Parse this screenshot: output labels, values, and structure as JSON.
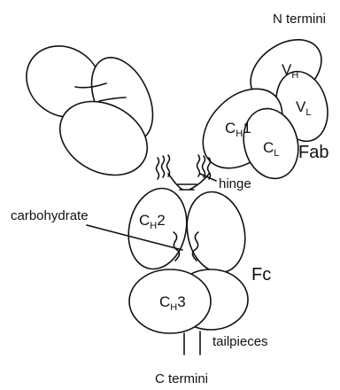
{
  "diagram": {
    "labels": {
      "n_termini": "N termini",
      "c_termini": "C termini",
      "fab": "Fab",
      "fc": "Fc",
      "hinge": "hinge",
      "carbohydrate": "carbohydrate",
      "tailpieces": "tailpieces"
    },
    "domains": {
      "vh": {
        "base": "V",
        "sub": "H"
      },
      "vl": {
        "base": "V",
        "sub": "L"
      },
      "ch1": {
        "base": "C",
        "sub": "H",
        "suffix": "1"
      },
      "cl": {
        "base": "C",
        "sub": "L"
      },
      "ch2": {
        "base": "C",
        "sub": "H",
        "suffix": "2"
      },
      "ch3": {
        "base": "C",
        "sub": "H",
        "suffix": "3"
      }
    }
  }
}
